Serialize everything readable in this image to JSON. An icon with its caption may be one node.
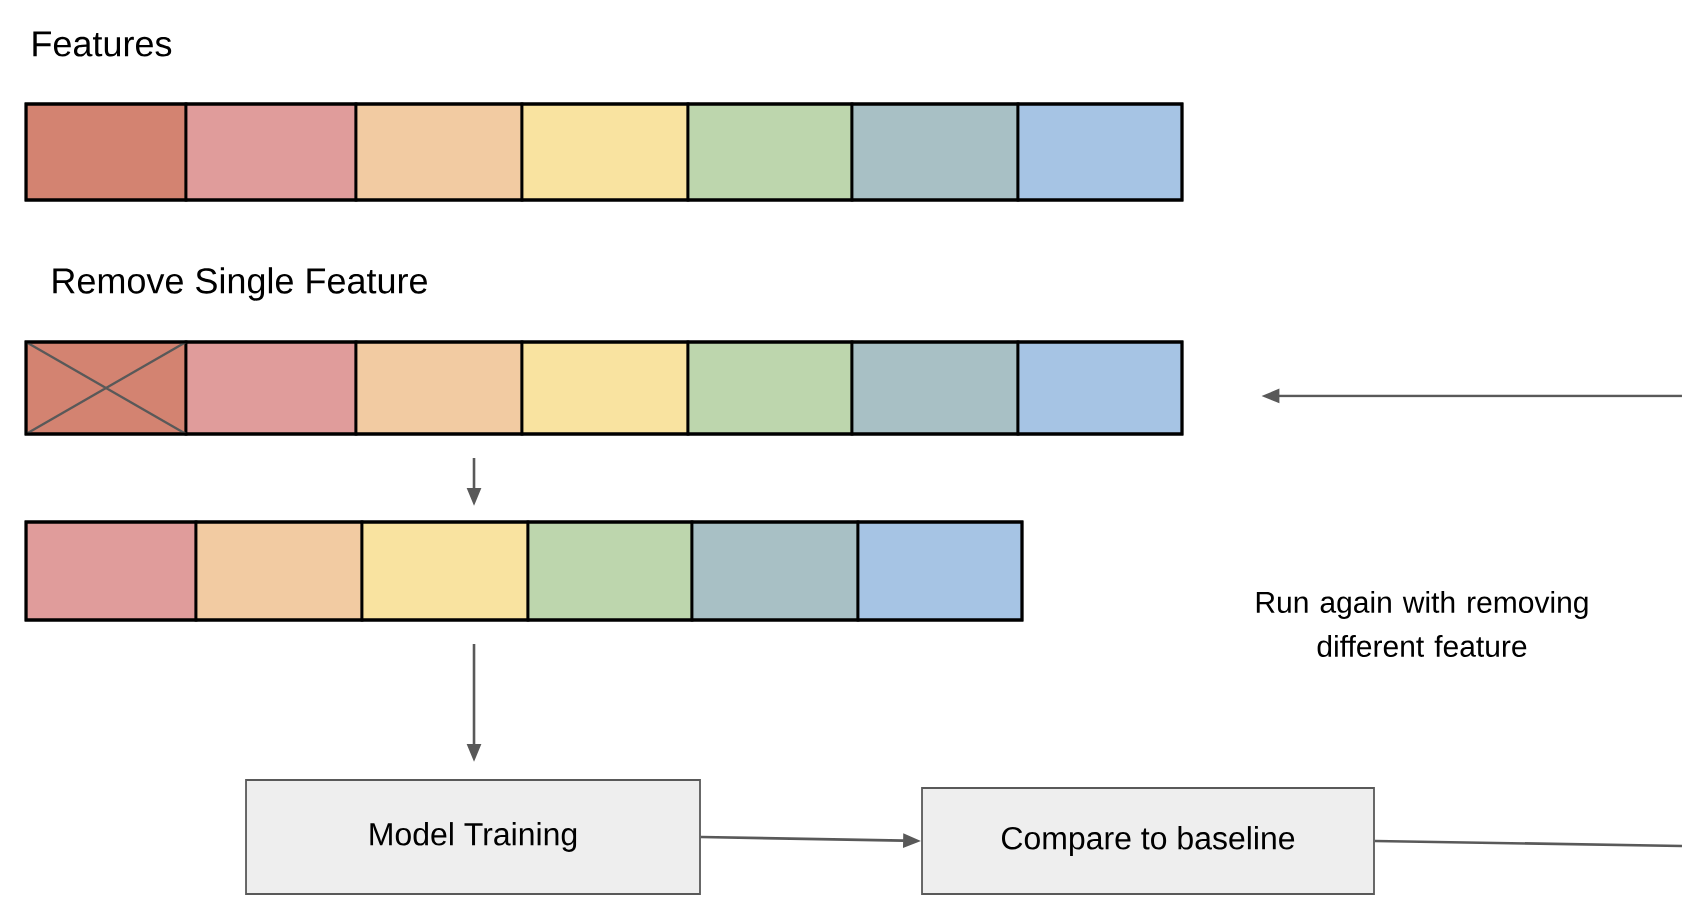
{
  "diagram": {
    "nodes": [
      {
        "text": [],
        "shape": "bar"
      },
      {
        "text": [],
        "shape": "bar"
      },
      {
        "text": [],
        "shape": "bar"
      },
      {
        "text": [
          "Model Training"
        ]
      },
      {
        "text": [
          "Compare to baseline"
        ]
      }
    ],
    "edges": [
      {
        "from": 1,
        "to": 2,
        "arrow": "to"
      },
      {
        "from": 2,
        "to": 3,
        "arrow": "to"
      },
      {
        "from": 3,
        "to": 4,
        "arrow": "to"
      },
      {
        "from": 4,
        "to": null,
        "arrow": "none"
      },
      {
        "from": null,
        "to": 1,
        "arrow": "to"
      }
    ],
    "labels": [
      "Features",
      "Remove Single Feature",
      "Run again with removing different feature"
    ]
  }
}
